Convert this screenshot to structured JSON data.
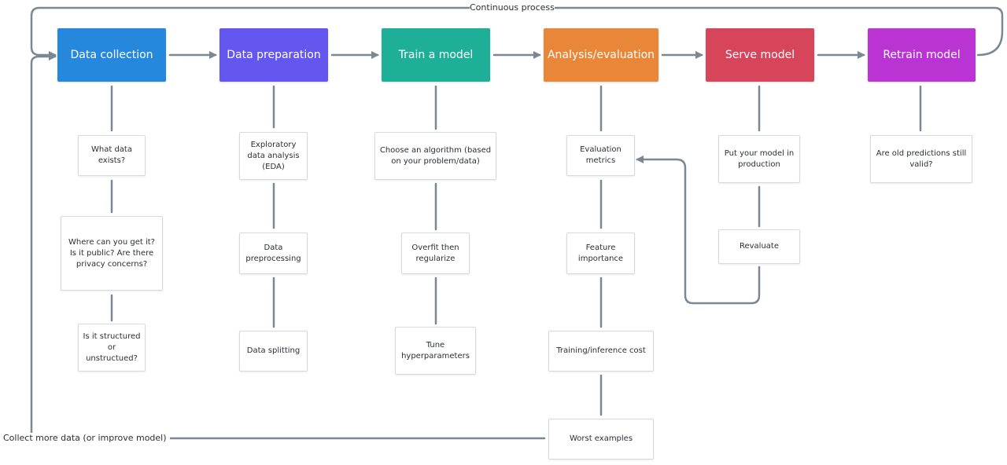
{
  "continuous_label": "Continuous process",
  "feedback_label": "Collect more data (or improve model)",
  "colors": {
    "connector": "#7b8792",
    "data_collection": "#2688dc",
    "data_preparation": "#6457f0",
    "train_model": "#1daf98",
    "analysis": "#ea8638",
    "serve": "#d6455a",
    "retrain": "#b934d2"
  },
  "stages": [
    {
      "id": "data_collection",
      "label": "Data collection",
      "color_key": "data_collection"
    },
    {
      "id": "data_preparation",
      "label": "Data preparation",
      "color_key": "data_preparation"
    },
    {
      "id": "train_model",
      "label": "Train a model",
      "color_key": "train_model"
    },
    {
      "id": "analysis",
      "label": "Analysis/evaluation",
      "color_key": "analysis"
    },
    {
      "id": "serve",
      "label": "Serve model",
      "color_key": "serve"
    },
    {
      "id": "retrain",
      "label": "Retrain model",
      "color_key": "retrain"
    }
  ],
  "cards": {
    "dc_1": "What data exists?",
    "dc_2": "Where can you get it? Is it public? Are there privacy concerns?",
    "dc_3": "Is it structured or unstructued?",
    "dp_1": "Exploratory data analysis (EDA)",
    "dp_2": "Data preprocessing",
    "dp_3": "Data splitting",
    "tm_1": "Choose an algorithm (based on your problem/data)",
    "tm_2": "Overfit then regularize",
    "tm_3": "Tune hyperparameters",
    "ae_1": "Evaluation metrics",
    "ae_2": "Feature importance",
    "ae_3": "Training/inference cost",
    "ae_4": "Worst examples",
    "sm_1": "Put your model in production",
    "sm_2": "Revaluate",
    "rm_1": "Are old predictions still valid?"
  }
}
